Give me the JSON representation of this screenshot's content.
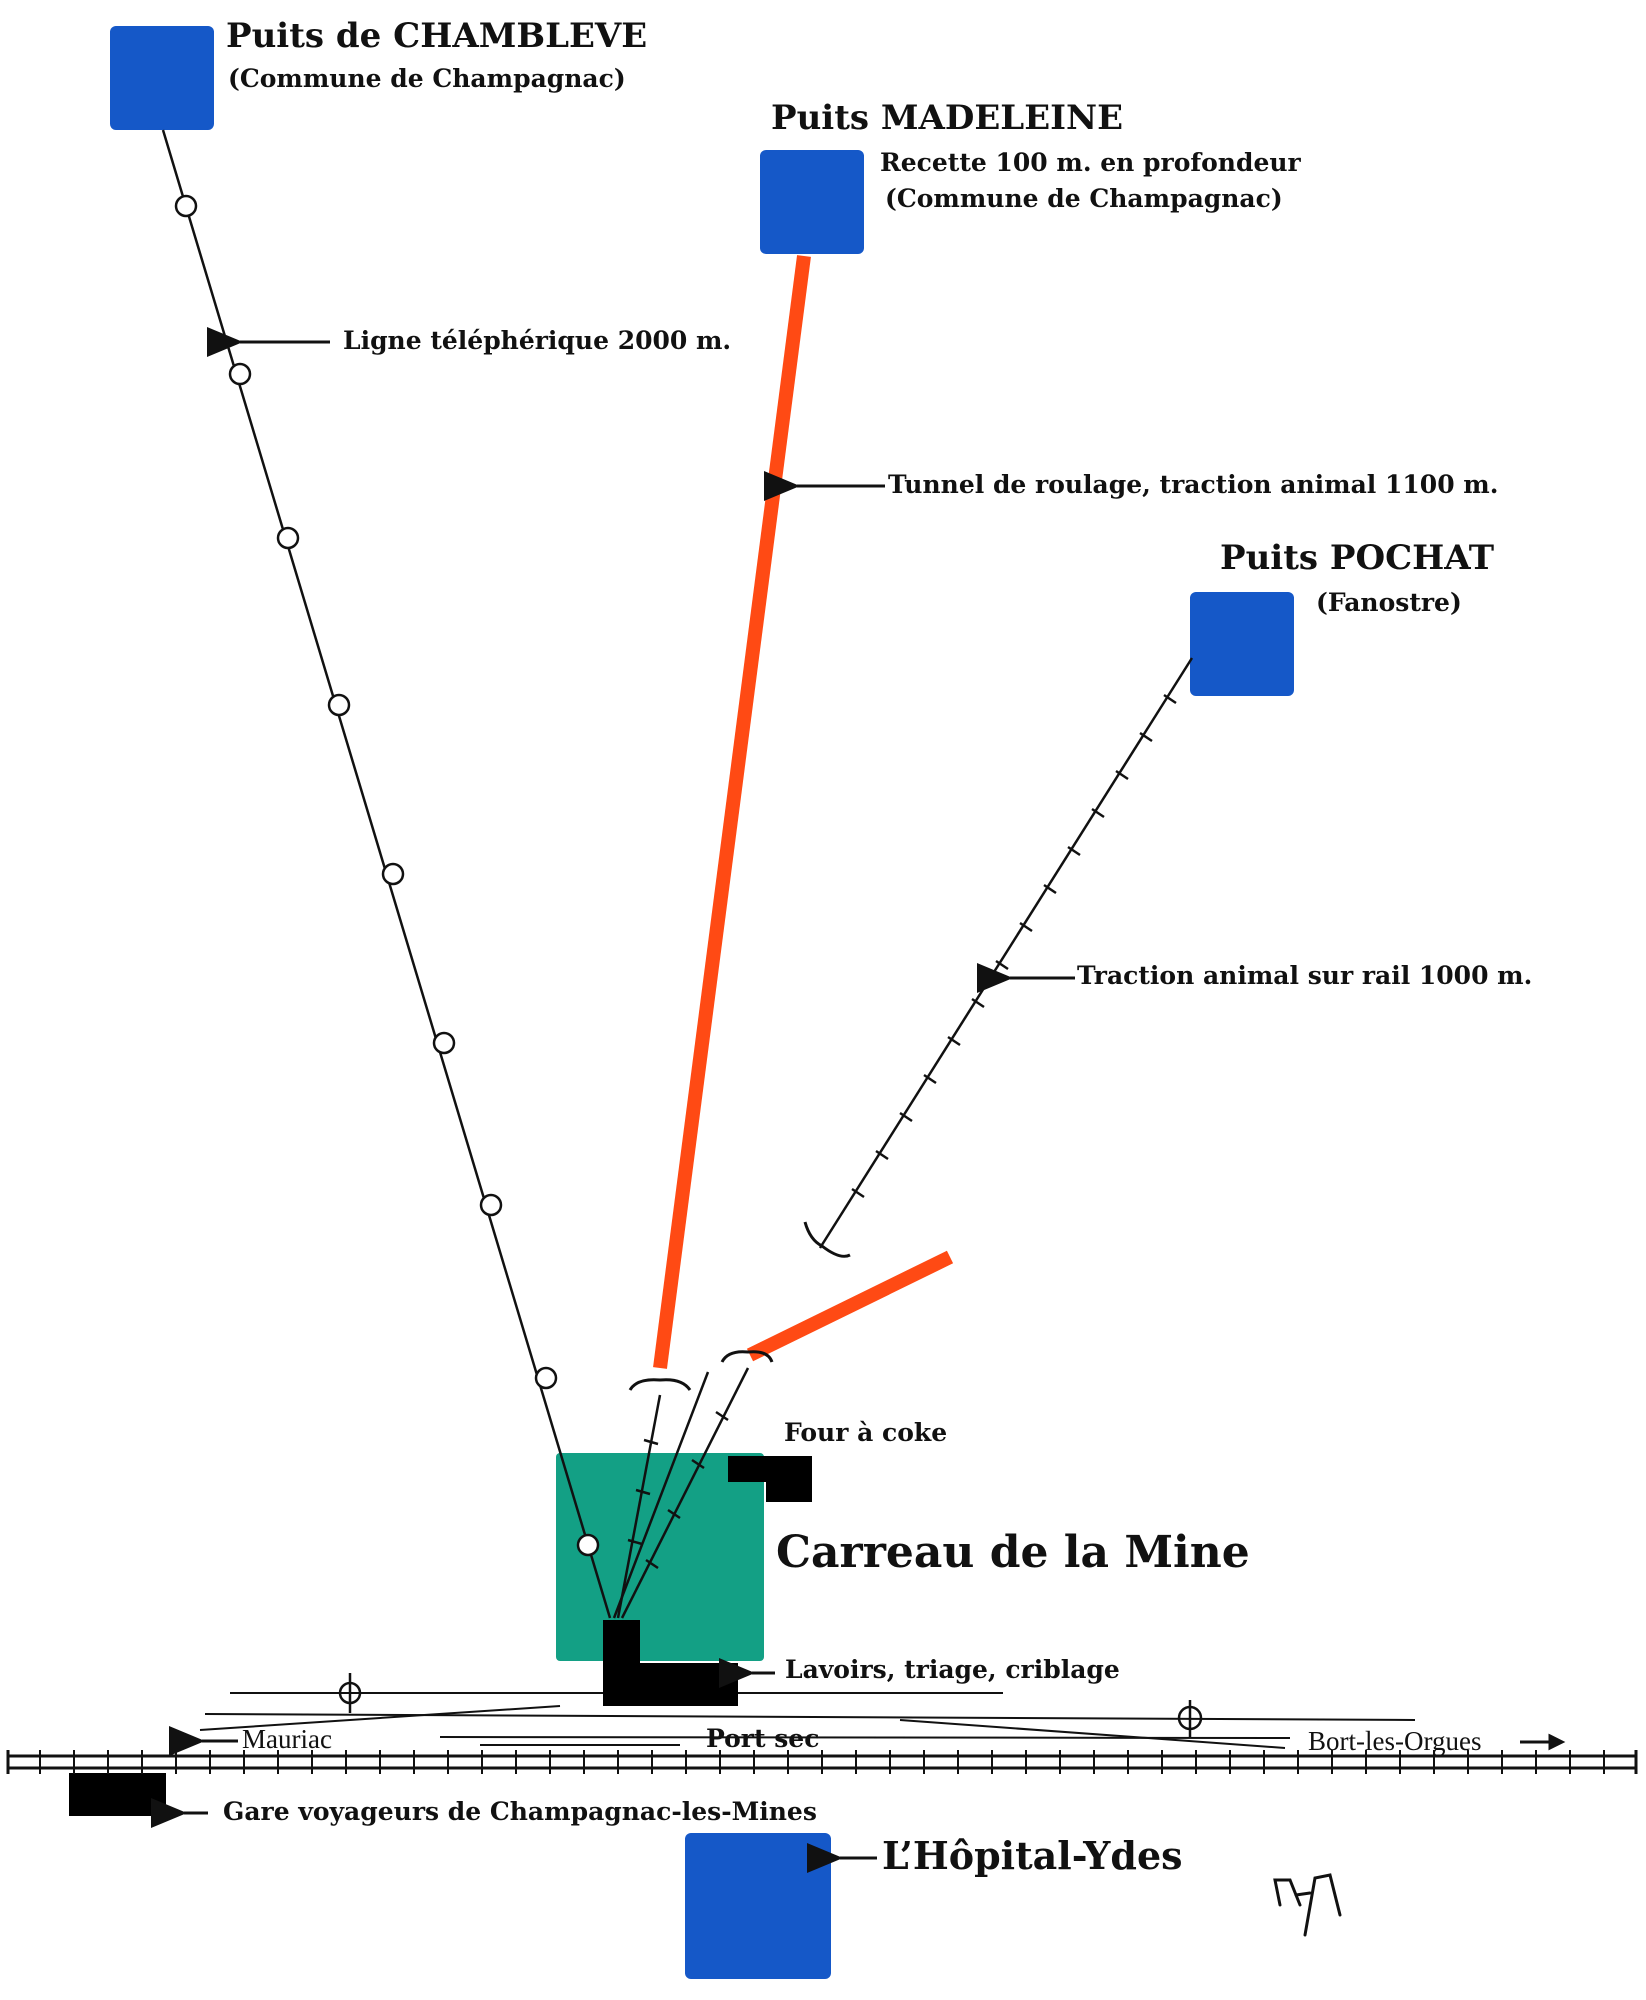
{
  "puits_chambleve": {
    "title": "Puits de CHAMBLEVE",
    "commune": "(Commune de Champagnac)"
  },
  "puits_madeleine": {
    "title": "Puits MADELEINE",
    "recette": "Recette 100 m. en profondeur",
    "commune": "(Commune de Champagnac)"
  },
  "puits_pochat": {
    "title": "Puits POCHAT",
    "lieu": "(Fanostre)"
  },
  "lines": {
    "telepherique": "Ligne téléphérique 2000 m.",
    "tunnel": "Tunnel de roulage, traction animal 1100 m.",
    "rail": "Traction animal sur rail 1000 m."
  },
  "installations": {
    "four": "Four à coke",
    "carreau": "Carreau de la Mine",
    "lavoirs": "Lavoirs, triage, criblage"
  },
  "railway": {
    "mauriac": "Mauriac",
    "port_sec": "Port sec",
    "bort": "Bort-les-Orgues",
    "gare": "Gare voyageurs de Champagnac-les-Mines"
  },
  "town": "L’Hôpital-Ydes",
  "signature": "A.A",
  "colors": {
    "puits": "#1558c8",
    "carreau": "#13a085",
    "tunnel": "#ff4a14",
    "buildings": "#000000"
  }
}
